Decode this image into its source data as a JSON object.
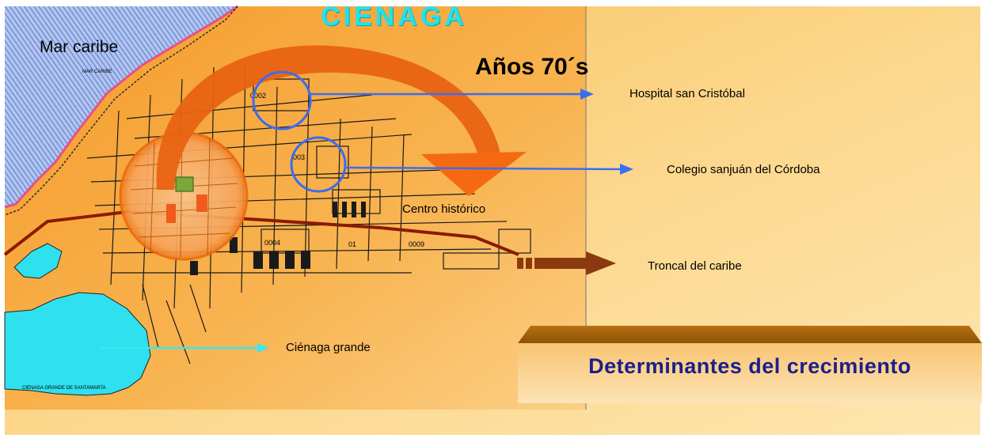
{
  "map": {
    "title": "CIENAGA",
    "era": "Años 70´s",
    "sea_label": "Mar caribe",
    "sea_map_label": "MAR CARIBE",
    "lagoon_map_label": "CIENAGA GRANDE DE SANTAMARTA",
    "labels": {
      "hospital": "Hospital san Cristóbal",
      "colegio": "Colegio sanjuán del Córdoba",
      "centro": "Centro histórico",
      "troncal": "Troncal del caribe",
      "cienaga_grande": "Ciénaga grande"
    },
    "block_codes": [
      "0002",
      "003",
      "0004",
      "0009",
      "01"
    ]
  },
  "banner": {
    "text": "Determinantes del crecimiento"
  },
  "colors": {
    "background": "#fbd281",
    "map_land": "#f8a83c",
    "sea": "#7a9ad8",
    "coast": "#e8508a",
    "lagoon": "#2fe0ee",
    "road": "#8b1a00",
    "circle": "#3b6cf0",
    "arrow_blue": "#3a6ef2",
    "arrow_cyan": "#38e8f0",
    "arrow_orange": "#f56a10",
    "troncal_arrow": "#8b3a10",
    "banner_top": "#a8660a",
    "banner_text": "#1b1f8a"
  }
}
